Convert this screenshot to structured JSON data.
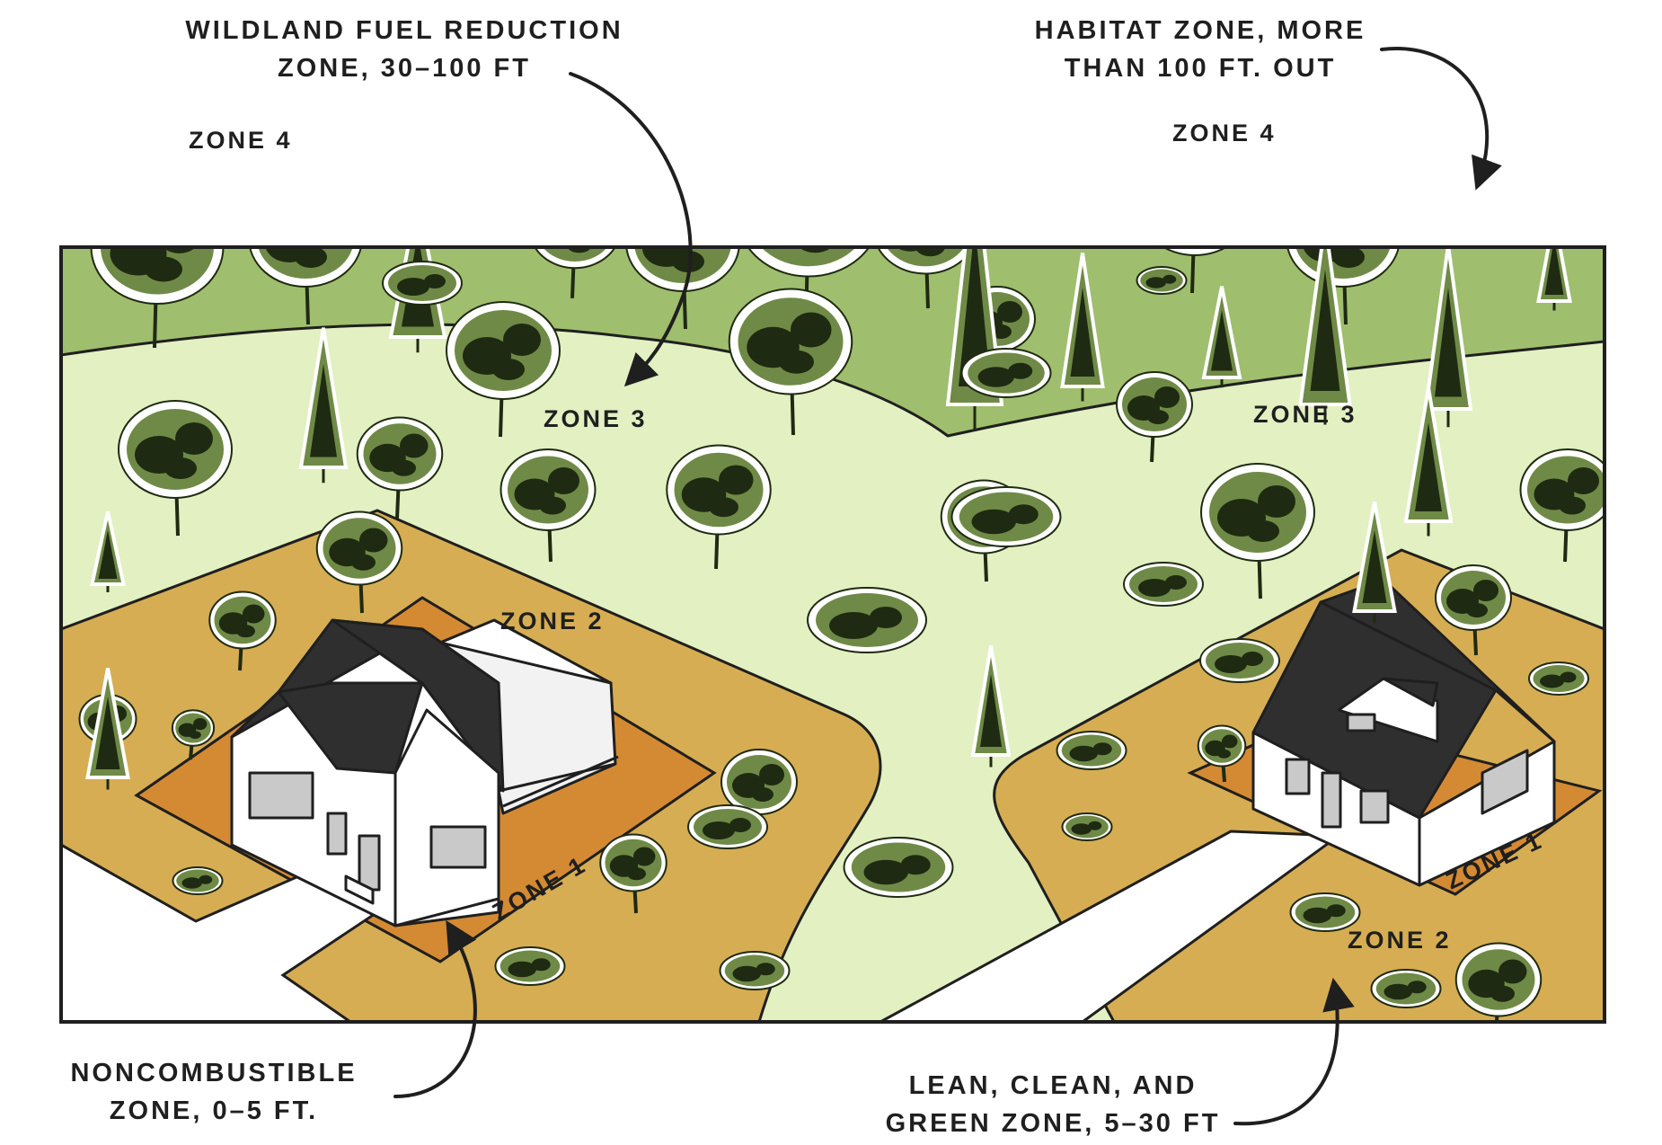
{
  "callouts": {
    "wildland_line1": "WILDLAND FUEL REDUCTION",
    "wildland_line2": "ZONE, 30–100 FT",
    "habitat_line1": "HABITAT ZONE, MORE",
    "habitat_line2": "THAN 100 FT. OUT",
    "noncomb_line1": "NONCOMBUSTIBLE",
    "noncomb_line2": "ZONE, 0–5 FT.",
    "lean_line1": "LEAN, CLEAN, AND",
    "lean_line2": "GREEN ZONE, 5–30 FT"
  },
  "zone_labels": {
    "zone4_left": "ZONE 4",
    "zone4_right": "ZONE 4",
    "zone3_left": "ZONE 3",
    "zone3_right": "ZONE 3",
    "zone2_left": "ZONE 2",
    "zone2_right": "ZONE 2",
    "zone1_left": "ZONE 1",
    "zone1_right": "ZONE 1"
  },
  "colors": {
    "zone4": "#9fbe6e",
    "zone3": "#e2f0c2",
    "zone2": "#d6ad52",
    "zone1": "#d48a33",
    "roof": "#2f2f2f",
    "wall": "#ffffff",
    "tree_light": "#6f8a46",
    "tree_dark": "#1f2a12",
    "ink": "#1f1f1f"
  }
}
